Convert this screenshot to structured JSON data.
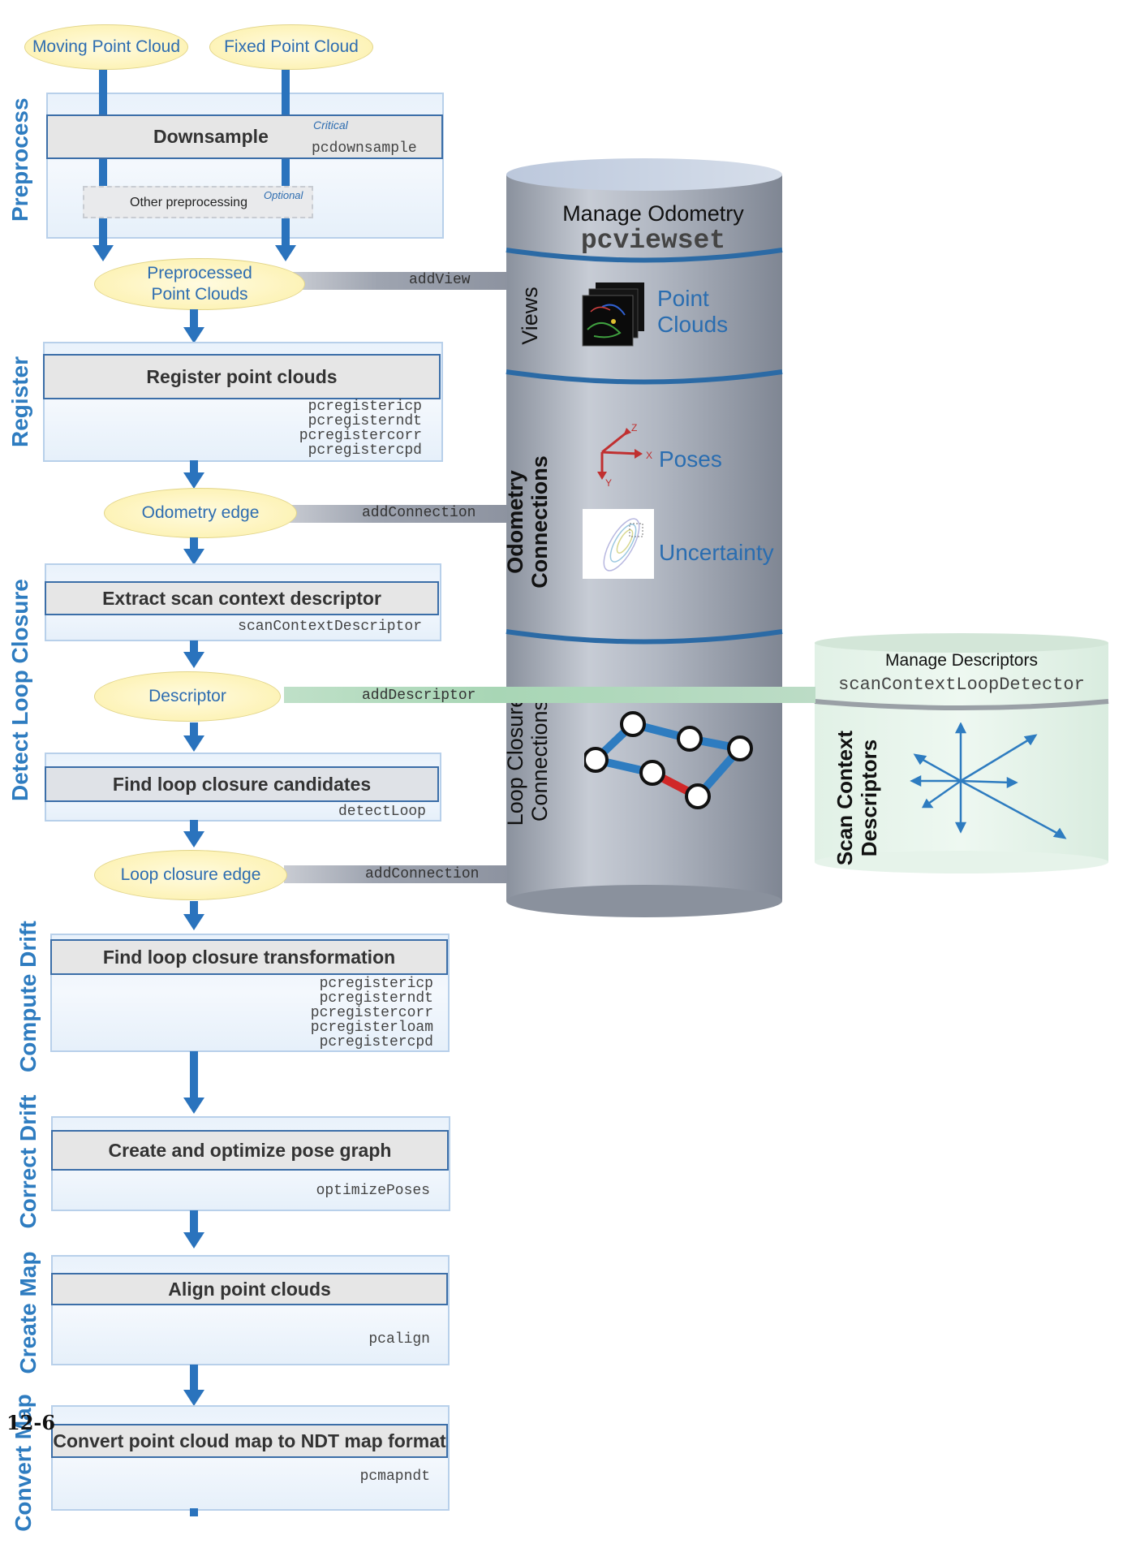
{
  "inputs": {
    "moving": "Moving Point Cloud",
    "fixed": "Fixed Point Cloud"
  },
  "stages": {
    "preprocess": "Preprocess",
    "register": "Register",
    "detect_loop": "Detect Loop Closure",
    "compute_drift": "Compute Drift",
    "correct_drift": "Correct Drift",
    "create_map": "Create Map",
    "convert_map": "Convert Map"
  },
  "steps": {
    "downsample": {
      "label": "Downsample",
      "tag": "Critical",
      "func": "pcdownsample"
    },
    "other_pre": {
      "label": "Other preprocessing",
      "tag": "Optional"
    },
    "register": {
      "label": "Register point clouds",
      "funcs": "pcregistericp\npcregisterndt\npcregistercorr\npcregistercpd"
    },
    "extract": {
      "label": "Extract scan context descriptor",
      "func": "scanContextDescriptor"
    },
    "find_candidates": {
      "label": "Find loop closure candidates",
      "func": "detectLoop"
    },
    "find_transform": {
      "label": "Find loop closure transformation",
      "funcs": "pcregistericp\npcregisterndt\npcregistercorr\npcregisterloam\npcregistercpd"
    },
    "pose_graph": {
      "label": "Create and optimize pose graph",
      "func": "optimizePoses"
    },
    "align": {
      "label": "Align point clouds",
      "func": "pcalign"
    },
    "convert": {
      "label": "Convert point cloud map to NDT map format",
      "func": "pcmapndt"
    }
  },
  "data_nodes": {
    "preprocessed": "Preprocessed\nPoint Clouds",
    "odometry_edge": "Odometry edge",
    "descriptor": "Descriptor",
    "loop_edge": "Loop closure edge"
  },
  "connectors": {
    "add_view": "addView",
    "add_connection_1": "addConnection",
    "add_descriptor": "addDescriptor",
    "add_connection_2": "addConnection"
  },
  "odometry_store": {
    "title": "Manage Odometry",
    "object": "pcviewset",
    "views_label": "Views",
    "point_clouds_label": "Point\nClouds",
    "odometry_label": "Odometry\nConnections",
    "poses_label": "Poses",
    "uncertainty_label": "Uncertainty",
    "loop_label": "Loop Closure\nConnections",
    "axes": {
      "z": "Z",
      "x": "X",
      "y": "Y"
    }
  },
  "descriptor_store": {
    "title": "Manage Descriptors",
    "object": "scanContextLoopDetector",
    "label": "Scan Context\nDescriptors"
  },
  "page_number": "12-6"
}
